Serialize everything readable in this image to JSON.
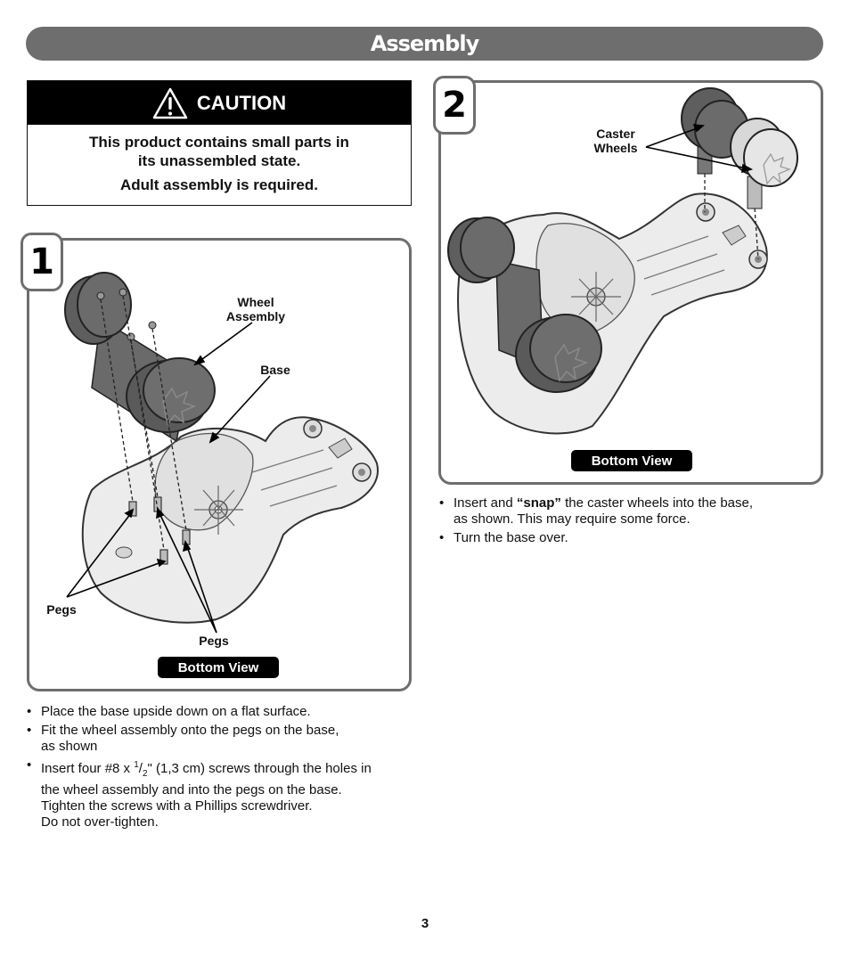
{
  "header": {
    "title": "Assembly"
  },
  "caution": {
    "title": "CAUTION",
    "line1": "This product contains small parts in",
    "line2": "its unassembled state.",
    "line3": "Adult assembly is required."
  },
  "step1": {
    "number": "1",
    "labels": {
      "wheel_assembly_1": "Wheel",
      "wheel_assembly_2": "Assembly",
      "base": "Base",
      "pegs_left": "Pegs",
      "pegs_bottom": "Pegs"
    },
    "view_label": "Bottom View",
    "instructions": {
      "b1": "Place the base upside down on a flat surface.",
      "b2_a": "Fit the wheel assembly onto the pegs on the base,",
      "b2_b": "as shown",
      "b3_pre": "Insert four #8 x ",
      "b3_num": "1",
      "b3_slash": "/",
      "b3_den": "2",
      "b3_post": "\" (1,3 cm) screws through the holes in",
      "b3_l2": "the wheel assembly and into the pegs on the base.",
      "b3_l3": "Tighten the screws with a Phillips screwdriver.",
      "b3_l4": "Do not over-tighten."
    }
  },
  "step2": {
    "number": "2",
    "labels": {
      "caster_1": "Caster",
      "caster_2": "Wheels"
    },
    "view_label": "Bottom View",
    "instructions": {
      "b1_pre": "Insert and ",
      "b1_snap": "“snap”",
      "b1_post": " the caster wheels into the base,",
      "b1_l2": "as shown. This may require some force.",
      "b2": "Turn the base over."
    }
  },
  "footer": {
    "page_number": "3"
  },
  "colors": {
    "banner": "#6e6e6e",
    "box_border": "#6e6e6e",
    "caution_head": "#000000"
  },
  "icons": {
    "warning": "warning-triangle-icon"
  }
}
